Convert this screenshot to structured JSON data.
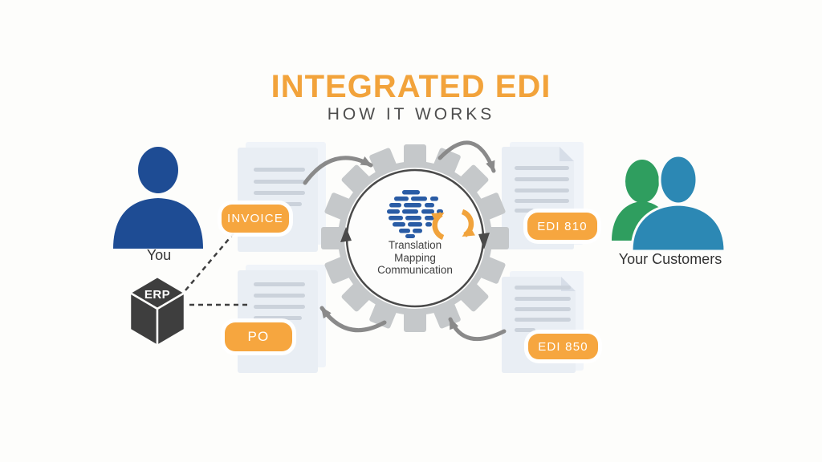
{
  "header": {
    "title": "INTEGRATED EDI",
    "subtitle": "HOW IT WORKS"
  },
  "left": {
    "person_label": "You",
    "erp_label": "ERP",
    "invoice_badge": "INVOICE",
    "po_badge": "PO"
  },
  "center": {
    "gear_lines": [
      "Translation",
      "Mapping",
      "Communication"
    ]
  },
  "right": {
    "edi810_badge": "EDI 810",
    "edi850_badge": "EDI 850",
    "customers_label": "Your Customers"
  },
  "colors": {
    "accent_orange": "#f2a33b",
    "badge_orange": "#f6a63f",
    "person_blue": "#1e4c94",
    "person_green": "#2f9e5f",
    "person_teal": "#2c88b4",
    "gear_gray": "#c5c8ca",
    "arrow_gray": "#8a8a8a",
    "ring_dark": "#4a4a4a",
    "doc_fill": "#e9eef4",
    "doc_line": "#cbd2db",
    "globe_blue": "#2a5ca5",
    "cube_dark": "#3e3e3e"
  },
  "icons": {
    "left_person": "user-silhouette",
    "erp_system": "3d-cube",
    "documents": "document-with-lines",
    "process": "gear",
    "logo": "globe-bricks",
    "cycle": "refresh-arrows",
    "customers": "two-users"
  }
}
